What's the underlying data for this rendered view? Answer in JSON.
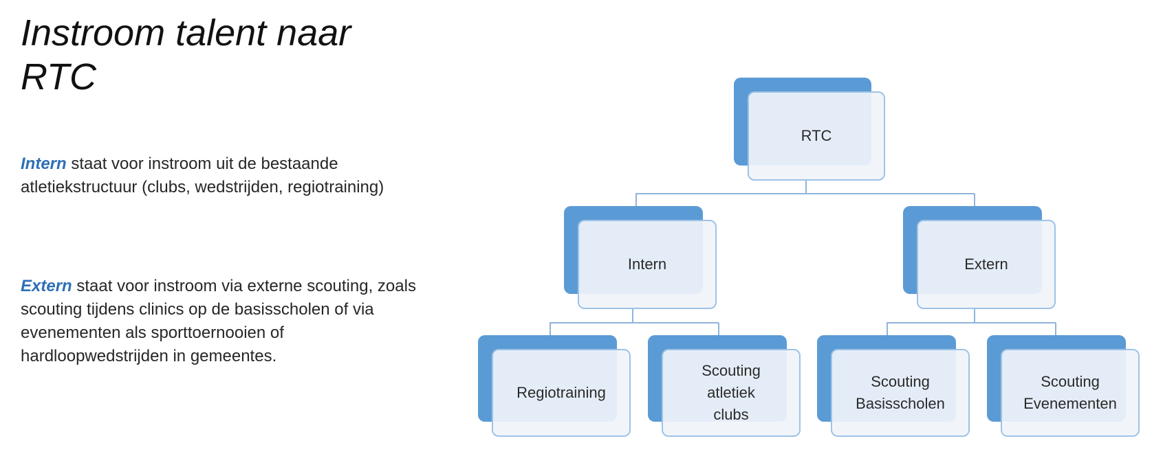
{
  "title": "Instroom talent naar RTC",
  "paragraphs": {
    "intern": {
      "keyword": "Intern",
      "text": " staat voor instroom uit de bestaande atletiekstructuur (clubs, wedstrijden, regiotraining)"
    },
    "extern": {
      "keyword": "Extern",
      "text": " staat voor instroom via externe scouting, zoals scouting tijdens clinics op de basisscholen of via evenementen als sporttoernooien of hardloopwedstrijden in gemeentes."
    }
  },
  "org_chart": {
    "root": "RTC",
    "intern": "Intern",
    "extern": "Extern",
    "regiotraining": "Regiotraining",
    "scouting_clubs": "Scouting atletiek clubs",
    "scouting_basisscholen": "Scouting Basisscholen",
    "scouting_evenementen": "Scouting Evenementen"
  },
  "colors": {
    "accent": "#5b9bd5",
    "box_border": "#9dc3e6",
    "box_fill": "#f0f4fa",
    "keyword": "#2e6fb7",
    "connector": "#8fb4dc"
  }
}
